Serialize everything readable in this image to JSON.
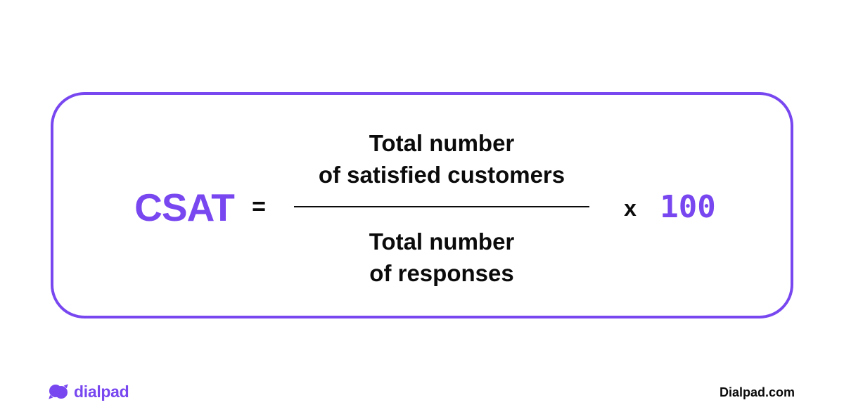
{
  "colors": {
    "accent_purple": "#7847F0",
    "text_black": "#0B0B0B",
    "background": "#FFFFFF"
  },
  "formula": {
    "lhs": "CSAT",
    "equals_sign": "=",
    "numerator": [
      "Total number",
      "of satisfied customers"
    ],
    "denominator": [
      "Total number",
      "of responses"
    ],
    "multiply_sign": "x",
    "multiplier": "100"
  },
  "footer": {
    "brand_wordmark": "dialpad",
    "website": "Dialpad.com"
  },
  "icons": {
    "logo": "dialpad-logo-icon"
  }
}
